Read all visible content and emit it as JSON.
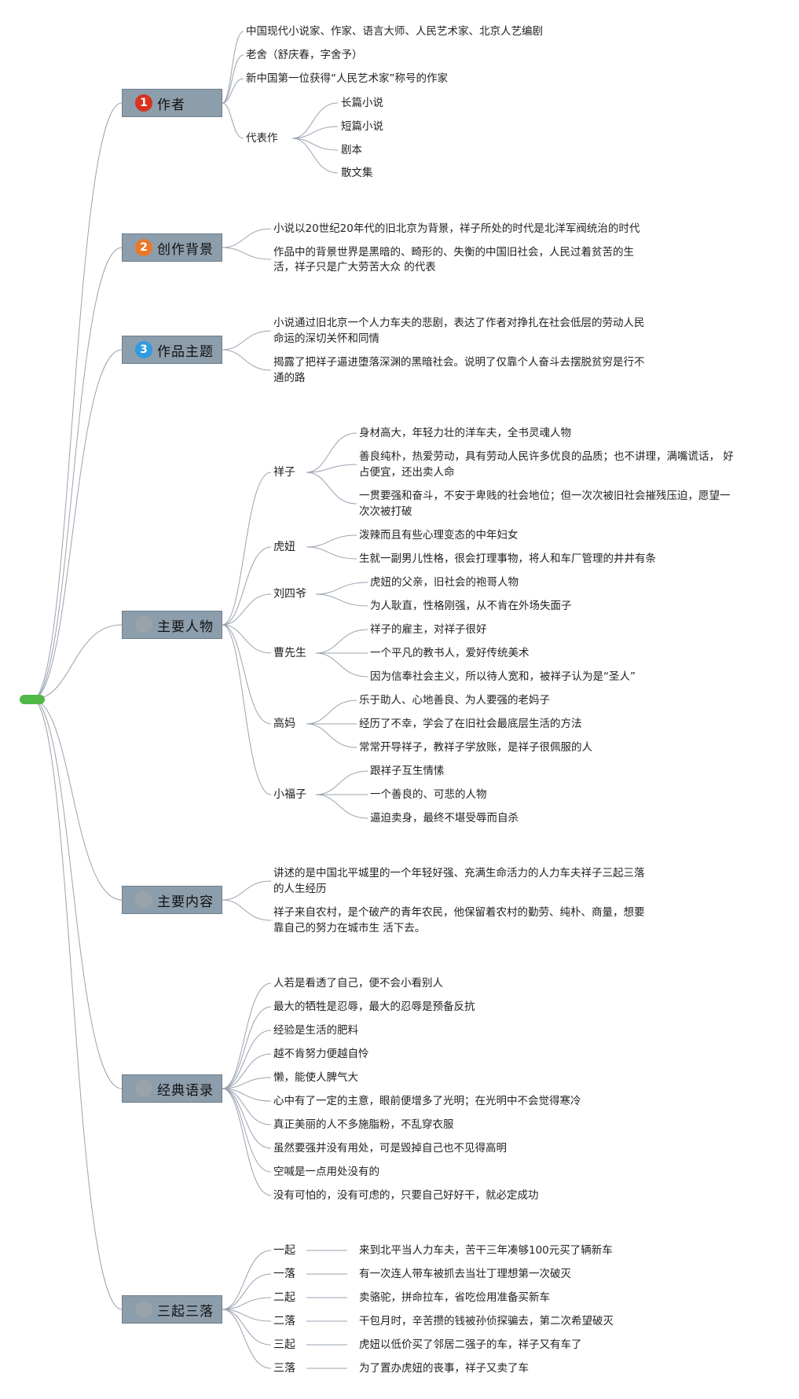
{
  "root": {
    "color": "#4fb847"
  },
  "topics": {
    "author": {
      "label": "作者",
      "badge": "1",
      "badge_color": "#d9321f"
    },
    "background": {
      "label": "创作背景",
      "badge": "2",
      "badge_color": "#e8782a"
    },
    "theme": {
      "label": "作品主题",
      "badge": "3",
      "badge_color": "#2f9be0"
    },
    "characters": {
      "label": "主要人物",
      "badge": "",
      "badge_color": "#9aa3aa"
    },
    "content": {
      "label": "主要内容",
      "badge": "",
      "badge_color": "#9aa3aa"
    },
    "quotes": {
      "label": "经典语录",
      "badge": "",
      "badge_color": "#9aa3aa"
    },
    "ups_downs": {
      "label": "三起三落",
      "badge": "",
      "badge_color": "#9aa3aa"
    }
  },
  "author": {
    "items": [
      "中国现代小说家、作家、语言大师、人民艺术家、北京人艺编剧",
      "老舍（舒庆春，字舍予）",
      "新中国第一位获得“人民艺术家”称号的作家"
    ],
    "works_label": "代表作",
    "works": [
      "长篇小说",
      "短篇小说",
      "剧本",
      "散文集"
    ]
  },
  "background": {
    "items": [
      "小说以20世纪20年代的旧北京为背景，祥子所处的时代是北洋军阀统治的时代",
      "作品中的背景世界是黑暗的、畸形的、失衡的中国旧社会，人民过着贫苦的生",
      "活，祥子只是广大劳苦大众 的代表"
    ]
  },
  "theme": {
    "items": [
      "小说通过旧北京一个人力车夫的悲剧，表达了作者对挣扎在社会低层的劳动人民",
      "命运的深切关怀和同情",
      "揭露了把祥子逼进堕落深渊的黑暗社会。说明了仅靠个人奋斗去摆脱贫穷是行不",
      "通的路"
    ]
  },
  "characters": {
    "xiangzi": {
      "name": "祥子",
      "traits": [
        "身材高大，年轻力壮的洋车夫，全书灵魂人物",
        "善良纯朴，热爱劳动，具有劳动人民许多优良的品质；也不讲理，满嘴谎话， 好",
        "占便宜，还出卖人命",
        "一贯要强和奋斗，不安于卑贱的社会地位；但一次次被旧社会摧残压迫，愿望一",
        "次次被打破"
      ]
    },
    "huniu": {
      "name": "虎妞",
      "traits": [
        "泼辣而且有些心理变态的中年妇女",
        "生就一副男儿性格，很会打理事物，将人和车厂管理的井井有条"
      ]
    },
    "liusiye": {
      "name": "刘四爷",
      "traits": [
        "虎妞的父亲，旧社会的袍哥人物",
        "为人耿直，性格刚强，从不肯在外场失面子"
      ]
    },
    "caoxiansheng": {
      "name": "曹先生",
      "traits": [
        "祥子的雇主，对祥子很好",
        "一个平凡的教书人，爱好传统美术",
        "因为信奉社会主义，所以待人宽和，被祥子认为是“圣人”"
      ]
    },
    "gaoma": {
      "name": "高妈",
      "traits": [
        "乐于助人、心地善良、为人要强的老妈子",
        "经历了不幸，学会了在旧社会最底层生活的方法",
        "常常开导祥子，教祥子学放账，是祥子很佩服的人"
      ]
    },
    "xiaofuzi": {
      "name": "小福子",
      "traits": [
        "跟祥子互生情愫",
        "一个善良的、可悲的人物",
        "逼迫卖身，最终不堪受辱而自杀"
      ]
    }
  },
  "content": {
    "items": [
      "讲述的是中国北平城里的一个年轻好强、充满生命活力的人力车夫祥子三起三落",
      "的人生经历",
      "祥子来自农村，是个破产的青年农民，他保留着农村的勤劳、纯朴、商量，想要",
      "靠自己的努力在城市生 活下去。"
    ]
  },
  "quotes": {
    "items": [
      "人若是看透了自己，便不会小看别人",
      "最大的牺牲是忍辱，最大的忍辱是预备反抗",
      "经验是生活的肥料",
      "越不肯努力便越自怜",
      "懒，能使人脾气大",
      "心中有了一定的主意，眼前便增多了光明；在光明中不会觉得寒冷",
      "真正美丽的人不多施脂粉，不乱穿衣服",
      "虽然要强并没有用处，可是毁掉自己也不见得高明",
      "空喊是一点用处没有的",
      "没有可怕的，没有可虑的，只要自己好好干，就必定成功"
    ]
  },
  "ups_downs": {
    "stages": [
      {
        "label": "一起",
        "desc": "来到北平当人力车夫，苦干三年凑够100元买了辆新车"
      },
      {
        "label": "一落",
        "desc": "有一次连人带车被抓去当壮丁理想第一次破灭"
      },
      {
        "label": "二起",
        "desc": "卖骆驼，拼命拉车，省吃俭用准备买新车"
      },
      {
        "label": "二落",
        "desc": "干包月时，辛苦攒的钱被孙侦探骗去，第二次希望破灭"
      },
      {
        "label": "三起",
        "desc": "虎妞以低价买了邻居二强子的车，祥子又有车了"
      },
      {
        "label": "三落",
        "desc": "为了置办虎妞的丧事，祥子又卖了车"
      }
    ]
  }
}
